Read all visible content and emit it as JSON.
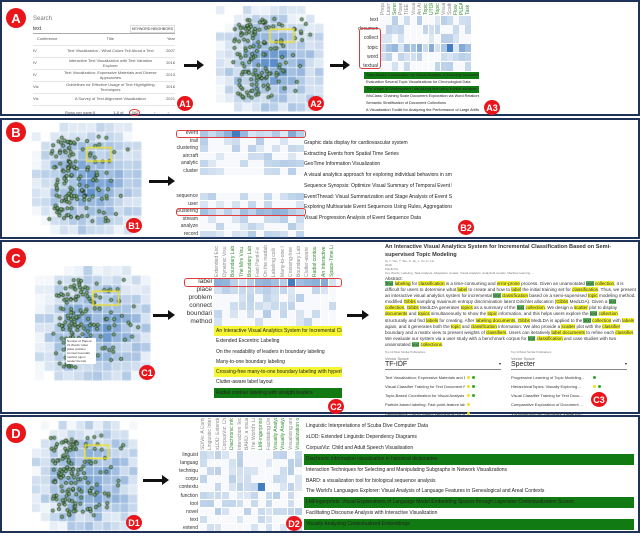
{
  "colors": {
    "accent": "#e8151b",
    "border": "#1f3358",
    "heat": "#2f6fba",
    "green": "#127a12",
    "yellow": "#f5f531"
  },
  "panelA": {
    "label": "A",
    "sub1": "A1",
    "sub2": "A2",
    "sub3": "A3",
    "search": {
      "placeholder": "Search",
      "value": "text",
      "toggle": "KEYWORD",
      "toggle2": "NEIGHBORS"
    },
    "table": {
      "headers": [
        "Conference",
        "Title",
        "Year"
      ],
      "rows": [
        [
          "IV",
          "Text Visualization - What Colors Tell About a Text",
          "2007"
        ],
        [
          "IV",
          "Interactive Text Visualization with Text Variation Explorer",
          "2016"
        ],
        [
          "IV",
          "Text Visualization: Expressive Materials and Diverse Approaches",
          "2013"
        ],
        [
          "Vis",
          "Guidelines for Effective Usage of Text Highlighting Techniques",
          "2016"
        ],
        [
          "Vis",
          "A Survey of Text Alignment Visualization",
          "2021"
        ]
      ]
    },
    "pagination": {
      "rows_per_page": "Rows per page:5",
      "range": "1-5 of",
      "total": "392",
      "prev": "‹",
      "next": "›"
    },
    "heatmap": {
      "rows": [
        "text",
        "document",
        "collect",
        "topic",
        "word",
        "textual"
      ],
      "cols": [
        "Preparation E",
        "Learning Grou",
        "Serendip: topic",
        "Power Explorat",
        "TIEE Research P",
        "Visualizing the",
        "An Analysis Ba",
        "TopicPanorama",
        "UTOPIAN: User",
        "TopicViz: Seman",
        "Visual Analysis",
        "Scatter: Visua",
        "Flow Interpretati",
        "PLEA: Latent D",
        "Task Driven Co"
      ],
      "green_cols": [
        2,
        7,
        8,
        9,
        12,
        13,
        14
      ]
    },
    "titles": [
      {
        "text": "Topic-Based Coordination for Visual Analysis of Evolving Document Collections",
        "hl": "green"
      },
      {
        "text": "Evaluation Several Topic Visualizations for Chronological Data",
        "hl": ""
      },
      {
        "text": "The shape of Shakespeare: visualizing text using implicit surfaces",
        "hl": "green"
      },
      {
        "text": "iVisClass: Chaining Scale Document Exploration via Word Relationships",
        "hl": ""
      },
      {
        "text": "Semantic Stratification of Document Collections",
        "hl": ""
      },
      {
        "text": "A Visualization Toolkit for Analyzing the Performance of Large Artificial Language",
        "hl": ""
      }
    ]
  },
  "panelB": {
    "label": "B",
    "sub1": "B1",
    "sub2": "B2",
    "heatmap_top": {
      "rows": [
        "event",
        "trail",
        "clustering",
        "aircraft",
        "analytic",
        "cluster"
      ]
    },
    "heatmap_bottom": {
      "rows": [
        "sequence",
        "user",
        "clustering",
        "stream",
        "analyze",
        "record"
      ]
    },
    "titles": [
      {
        "text": "Graphic data display for cardiovascular system",
        "hl": ""
      },
      {
        "text": "Extracting Events from Spatial Time Series",
        "hl": ""
      },
      {
        "text": "GeoTime Information Visualization",
        "hl": ""
      },
      {
        "text": "A visual analytics approach for exploring individual behaviors in smartphone usage data",
        "hl": ""
      },
      {
        "text": "Sequence Synopsis: Optimize Visual Summary of Temporal Event Data",
        "hl": ""
      },
      {
        "text": "EventThread: Visual Summarization and Stage Analysis of Event Sequence Data",
        "hl": ""
      },
      {
        "text": "Exploring Multivariate Event Sequences Using Rules, Aggregations, and Selections",
        "hl": ""
      },
      {
        "text": "Visual Progression Analysis of Event Sequence Data",
        "hl": ""
      }
    ]
  },
  "panelC": {
    "label": "C",
    "sub1": "C1",
    "sub2": "C2",
    "sub3": "C3",
    "tooltip": "Number of Papers: 21 Words: label place problem connect boundari method (upon render the list)",
    "heatmap": {
      "rows": [
        "label",
        "place",
        "problem",
        "connect",
        "boundari",
        "method"
      ],
      "cols": [
        "Extended Exc",
        "Dynamic Visu",
        "Boundary Lab",
        "The Mini Visu",
        "Boundary Lab",
        "Fast Point-Fe",
        "On the readab",
        "Labeling colli",
        "Many-to-one l",
        "Crossing-free",
        "Boundary Lab",
        "Clutter-aware",
        "Radial contou",
        "An Interactive",
        "Space-Time Li"
      ],
      "green_cols": [
        2,
        3,
        4,
        12,
        13,
        14
      ]
    },
    "titles": [
      {
        "text": "An Interactive Visual Analytics System for Incremental Classification",
        "hl": "yellow"
      },
      {
        "text": "Extended Excentric Labeling",
        "hl": ""
      },
      {
        "text": "On the readability of leaders in boundary labeling",
        "hl": ""
      },
      {
        "text": "Many-to-one boundary labeling",
        "hl": ""
      },
      {
        "text": "Crossing-free many-to-one boundary labeling with hyperleaders",
        "hl": "yellow"
      },
      {
        "text": "Clutter-aware label layout",
        "hl": ""
      },
      {
        "text": "Radial contour labeling with straight leaders",
        "hl": "green"
      }
    ],
    "detail": {
      "title": "An Interactive Visual Analytics System for Incremental Classification Based on Semi-supervised Topic Modeling",
      "authors": "by Y. Yan, Y. Tao, S. Jin, J. Xu, H. Lin",
      "year": "2019",
      "venue": "PacificVis",
      "keywords": "Key Words: Labeling, Task analysis, Adaptation models, Visual analytics, Analytical models, Machine learning, ...",
      "abstract_label": "Abstract:",
      "abstract_html": "<span class='g'>Text</span> <span class='y'>labeling</span> for <span class='y'>classification</span> is a time-consuming and <span class='y'>error-prone</span> process. Given an unannotated <span class='g'>text</span> <span class='y'>collection</span>, it is difficult for users to determine what <span class='y'>label</span> to create and how to <span class='y'>label</span> the initial training set for <span class='y'>classification</span>. Thus, we present an interactive visual analytics system for incremental <span class='g'>text</span> <span class='y'>classification</span> based on a semi-supervised <span class='y'>topic</span> modeling method, modified <span class='y'>Gibbs</span> sampling maximum entropy discrimination latent Dirichlet allocation (<span class='y'>Gibbs</span> MedLDA). Given a <span class='g'>text</span> <span class='y'>collection</span>, <span class='y'>Gibbs</span> MedLDA generates <span class='y'>topics</span> as a summary of the <span class='g'>text</span> <span class='y'>collection</span>. We design a <span class='y'>scatter</span> plot to display <span class='y'>documents</span> and <span class='y'>topics</span> simultaneously to show the <span class='y'>topic</span> information, and this helps users explore the <span class='g'>text</span> <span class='y'>collection</span> structurally and find <span class='y'>labels</span> for creating. After <span class='y'>labeling documents</span>, <span class='y'>Gibbs</span> MedLDA is applied to the <span class='g'>text</span> <span class='y'>collection</span> with <span class='y'>labels</span> again, and it generates both the <span class='y'>topic</span> and <span class='y'>classification</span> information. We also provide a <span class='y'>scatter</span> plot with the <span class='y'>classifier</span> boundary and a matrix view to present weights of <span class='y'>classifiers</span>. Users can iteratively <span class='y'>label documents</span> to refine each <span class='y'>classifier</span>. We evaluate our system via a user study with a benchmark corpus for <span class='g'>text</span> <span class='y'>classification</span> and case studies with two unannotated <span class='g'>text</span> <span class='y'>collections</span>.",
      "left": {
        "caption": "Top 10 Most Similar Publications",
        "label": "Vector Space",
        "value": "TF-IDF",
        "items": [
          "Text Visualization: Expressive Materials and D...",
          "Visual Classifier Training for Text Document R...",
          "Topic-Based Coordination for Visual Analysis ...",
          "Particle-based labeling: Fast point-feature lab...",
          "RapidLabels: Point-Feature Labeling on GPU"
        ],
        "marks": [
          [
            "y",
            "g"
          ],
          [
            "y",
            "g"
          ],
          [
            "y",
            "g"
          ],
          [
            "y"
          ],
          [
            "y"
          ]
        ]
      },
      "right": {
        "caption": "Top 10 Most Similar Publications",
        "label": "Vector Space",
        "value": "Specter",
        "items": [
          "Progressive Learning of Topic Modeling...",
          "HierarchicalTopics: Visually Exploring ...",
          "Visual Classifier Training for Text Docu...",
          "Comparative Exploration of Document ...",
          "VISClustering: An Interactive Visual Do..."
        ],
        "marks": [
          [
            "g"
          ],
          [
            "y",
            "g"
          ],
          [
            "y",
            "g"
          ],
          [],
          []
        ]
      }
    }
  },
  "panelD": {
    "label": "D",
    "sub1": "D1",
    "sub2": "D2",
    "heatmap": {
      "rows": [
        "linguist",
        "languag",
        "techniqu",
        "corpu",
        "contextu",
        "function",
        "tool",
        "novel",
        "text",
        "extend"
      ],
      "cols": [
        "SDiVe: A Comp",
        "Linguistic Inter",
        "xLDD: Extende",
        "CorpusViz: Chil",
        "Diachronic info",
        "Interaction Tec",
        "BARD: a visuali",
        "The World's La",
        "LMFingerprints",
        "Facilitating Dis",
        "Visually Analyz",
        "Visually Analyz",
        "Visualizing and",
        "Visualization o"
      ],
      "green_cols": [
        4,
        8,
        10,
        11,
        13
      ]
    },
    "titles": [
      {
        "text": "Linguistic Interpretations of Scuba Dive Computer Data",
        "hl": ""
      },
      {
        "text": "xLDD: Extended Linguistic Dependency Diagrams",
        "hl": ""
      },
      {
        "text": "CorpusViz: Child and Adult Speech Visualisation",
        "hl": ""
      },
      {
        "text": "Diachronic information visualization in historical dictionaries",
        "hl": "green"
      },
      {
        "text": "Interaction Techniques for Selecting and Manipulating Subgraphs in Network Visualizations",
        "hl": ""
      },
      {
        "text": "BARD: a visualization tool for biological sequence analysis",
        "hl": ""
      },
      {
        "text": "The World's Languages Explorer: Visual Analysis of Language Features in Genealogical and Areal Contexts",
        "hl": ""
      },
      {
        "text": "LMFingerprints: Visual Explanations of Language Model Embedding Spaces through Layerwise Contextualization Scores",
        "hl": "green"
      },
      {
        "text": "Facilitating Discourse Analysis with Interactive Visualization",
        "hl": ""
      },
      {
        "text": "Visually Analyzing Contextualized Embeddings",
        "hl": "green"
      }
    ]
  }
}
